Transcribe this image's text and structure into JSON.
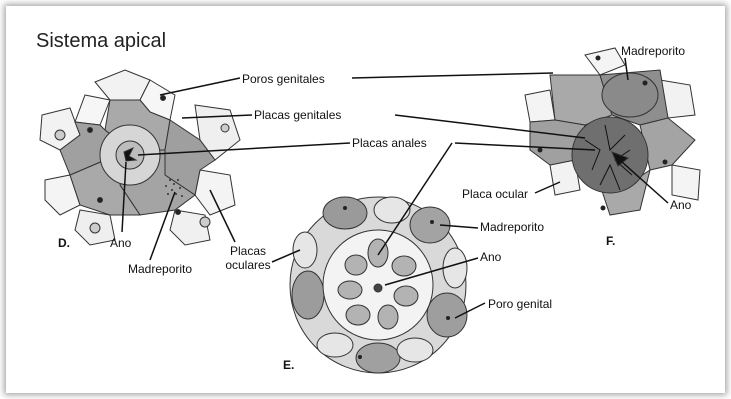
{
  "title": "Sistema apical",
  "labels": {
    "poros_genitales": "Poros genitales",
    "placas_genitales": "Placas genitales",
    "placas_anales": "Placas anales",
    "ano_d": "Ano",
    "madreporito_d": "Madreporito",
    "placas_oculares": "Placas oculares",
    "madreporito_f": "Madreporito",
    "placa_ocular": "Placa ocular",
    "ano_f": "Ano",
    "madreporito_e": "Madreporito",
    "ano_e": "Ano",
    "poro_genital": "Poro genital"
  },
  "figures": {
    "d": "D.",
    "e": "E.",
    "f": "F."
  },
  "colors": {
    "plate_gray": "#a9a9a9",
    "plate_dark": "#8a8a8a",
    "outline": "#333333",
    "ring_light": "#e8e8e8"
  }
}
